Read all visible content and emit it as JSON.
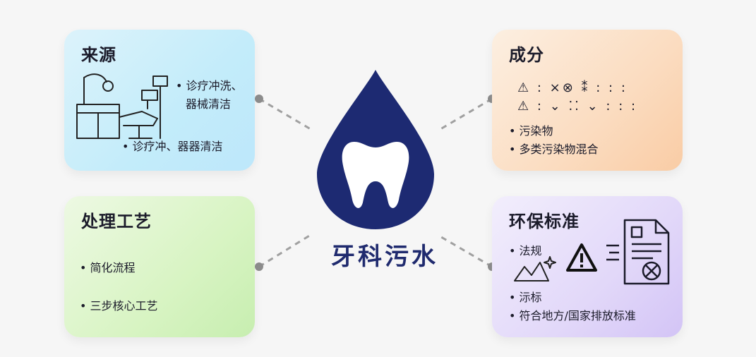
{
  "center": {
    "title": "牙科污水",
    "icon": "tooth-drop-icon",
    "drop_color": "#1d2a72"
  },
  "cards": {
    "source": {
      "title": "来源",
      "bullet_1a": "• 诊疗冲洗、",
      "bullet_1b": "器械清洁",
      "bullet_2": "• 诊疗冲、器器清洁",
      "icon": "dental-chair-icon"
    },
    "composition": {
      "title": "成分",
      "symbol_row_1": "⚠ :  ×⊗ ⁑  :  :  :",
      "symbol_row_2": "⚠ :  ⌄ ⁚⁚ ⌄  :  :  :",
      "bullet_1": "• 污染物",
      "bullet_2": "• 多类污染物混合",
      "icon": "warning-icon"
    },
    "process": {
      "title": "处理工艺",
      "bullet_1": "• 简化流程",
      "bullet_2": "• 三步核心工艺"
    },
    "environment": {
      "title": "环保标准",
      "bullet_1": "• 法规",
      "bullet_2": "• 沶标",
      "bullet_3": "• 符合地方/国家排放标准",
      "icons": [
        "chart-sparkle-icon",
        "warning-icon",
        "document-icon"
      ]
    }
  },
  "colors": {
    "source_card": "#c3ecfa",
    "composition_card": "#fbdcc0",
    "process_card": "#d8f4c3",
    "environment_card": "#e2d8f9",
    "connector": "#9a9a9a"
  }
}
